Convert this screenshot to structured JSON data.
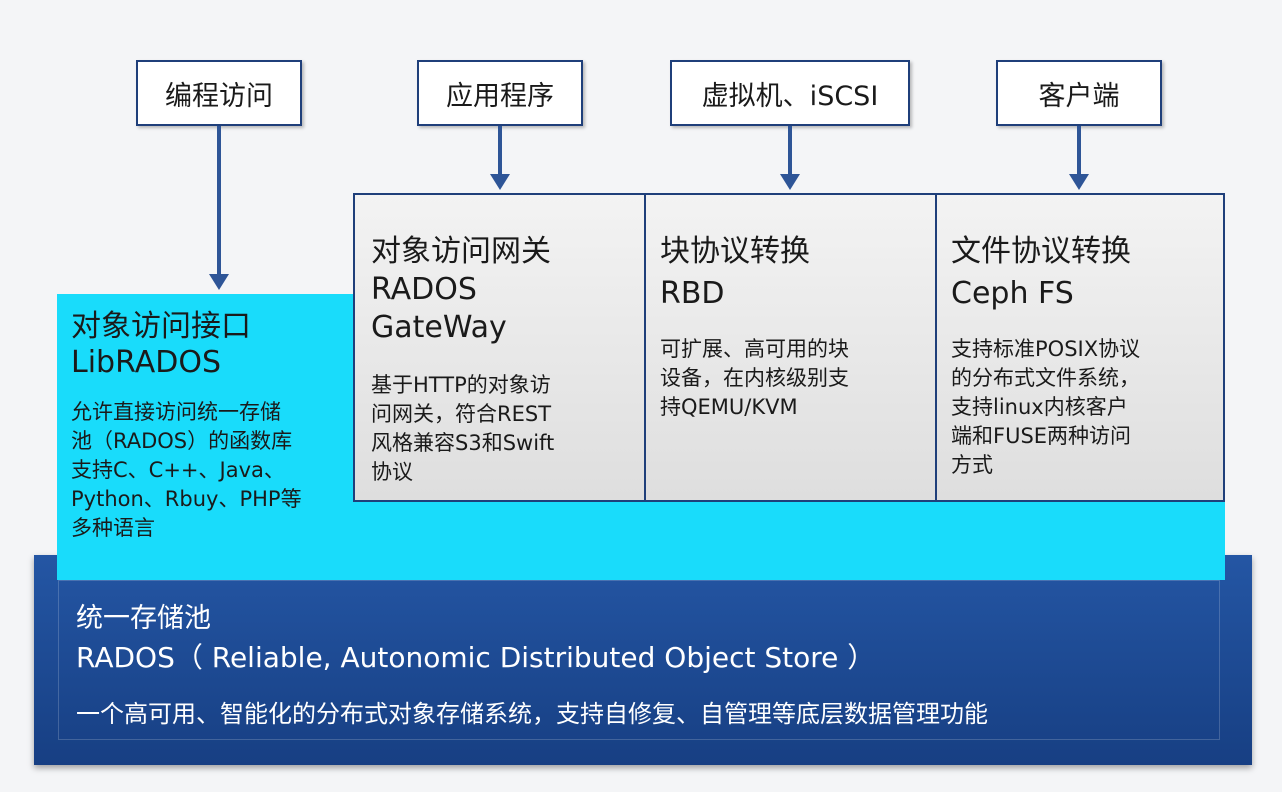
{
  "top_boxes": [
    "编程访问",
    "应用程序",
    "虚拟机、iSCSI",
    "客户端"
  ],
  "librados": {
    "title": "对象访问接口",
    "name": "LibRADOS",
    "desc": [
      "允许直接访问统一存储",
      "池（RADOS）的函数库",
      "支持C、C++、Java、",
      "Python、Rbuy、PHP等",
      "多种语言"
    ]
  },
  "gateway": {
    "title": "对象访问网关",
    "name1": "RADOS",
    "name2": "GateWay",
    "desc": [
      "基于HTTP的对象访",
      "问网关，符合REST",
      "风格兼容S3和Swift",
      "协议"
    ]
  },
  "rbd": {
    "title": "块协议转换",
    "name": "RBD",
    "desc": [
      "可扩展、高可用的块",
      "设备，在内核级别支",
      "持QEMU/KVM"
    ]
  },
  "cephfs": {
    "title": "文件协议转换",
    "name": "Ceph FS",
    "desc": [
      "支持标准POSIX协议",
      "的分布式文件系统，",
      "支持linux内核客户",
      "端和FUSE两种访问",
      "方式"
    ]
  },
  "pool": {
    "title": "统一存储池",
    "name": "RADOS（ Reliable, Autonomic Distributed Object Store ）",
    "desc": "一个高可用、智能化的分布式对象存储系统，支持自修复、自管理等底层数据管理功能"
  },
  "colors": {
    "cyan": "#19dcfb",
    "navy": "#1c4a96",
    "border": "#1f3f7a",
    "arrow": "#2e5597"
  }
}
